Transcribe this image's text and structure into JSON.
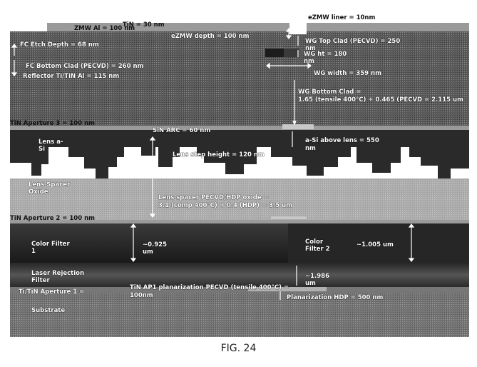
{
  "figure": {
    "caption": "FIG. 24",
    "labels": {
      "ezmw_liner": "eZMW liner = 10nm",
      "zmw_al": "ZMW Al = 100 nm",
      "tin_30": "TiN = 30 nm",
      "ezmw_depth": "eZMW depth = 100 nm",
      "wg_top_clad": "WG Top Clad (PECVD) = 250",
      "wg_top_clad_unit": "nm",
      "fc_etch_depth": "FC Etch Depth = 68 nm",
      "wg_ht": "WG ht = 180",
      "wg_ht_unit": "nm",
      "fc_bottom_clad": "FC Bottom Clad (PECVD) = 260 nm",
      "wg_width": "WG width = 359 nm",
      "reflector": "Reflector Ti/TiN Al = 115 nm",
      "wg_bottom_clad_1": "WG Bottom Clad =",
      "wg_bottom_clad_2": "1.65 (tensile 400°C) + 0.465 (PECVD = 2.115 um",
      "tin_aperture_3": "TiN Aperture 3 = 100 nm",
      "sin_arc": "SiN ARC = 60 nm",
      "lens_asi_1": "Lens a-",
      "lens_asi_2": "Si",
      "asi_above_lens_1": "a-Si above lens = 550",
      "asi_above_lens_2": "nm",
      "lens_step_height": "Lens step height = 120 nm",
      "lens_spacer_oxide_1": "Lens Spacer",
      "lens_spacer_oxide_2": "Oxide",
      "lens_spacer_pecvd_1": "Lens spacer PECVD/HDP oxide =",
      "lens_spacer_pecvd_2": "3.1 (comp 400°C) + 0.4 (HDP) = 3.5 um",
      "tin_aperture_2": "TiN Aperture 2 = 100 nm",
      "color_filter_1_a": "Color Filter",
      "color_filter_1_b": "1",
      "cf1_thickness_1": "~0.925",
      "cf1_thickness_2": "um",
      "color_filter_2_a": "Color",
      "color_filter_2_b": "Filter 2",
      "cf2_thickness": "~1.005 um",
      "laser_rejection_1": "Laser Rejection",
      "laser_rejection_2": "Filter",
      "lrf_thickness_1": "~1.986",
      "lrf_thickness_2": "um",
      "tin_aperture_1": "Ti/TiN Aperture 1 =",
      "tin_ap1_planarization_1": "TiN AP1 planarization PECVD (tensile 400°C) =",
      "tin_ap1_planarization_2": "100nm",
      "planarization_hdp": "Planarization HDP = 500 nm",
      "substrate": "Substrate"
    }
  }
}
